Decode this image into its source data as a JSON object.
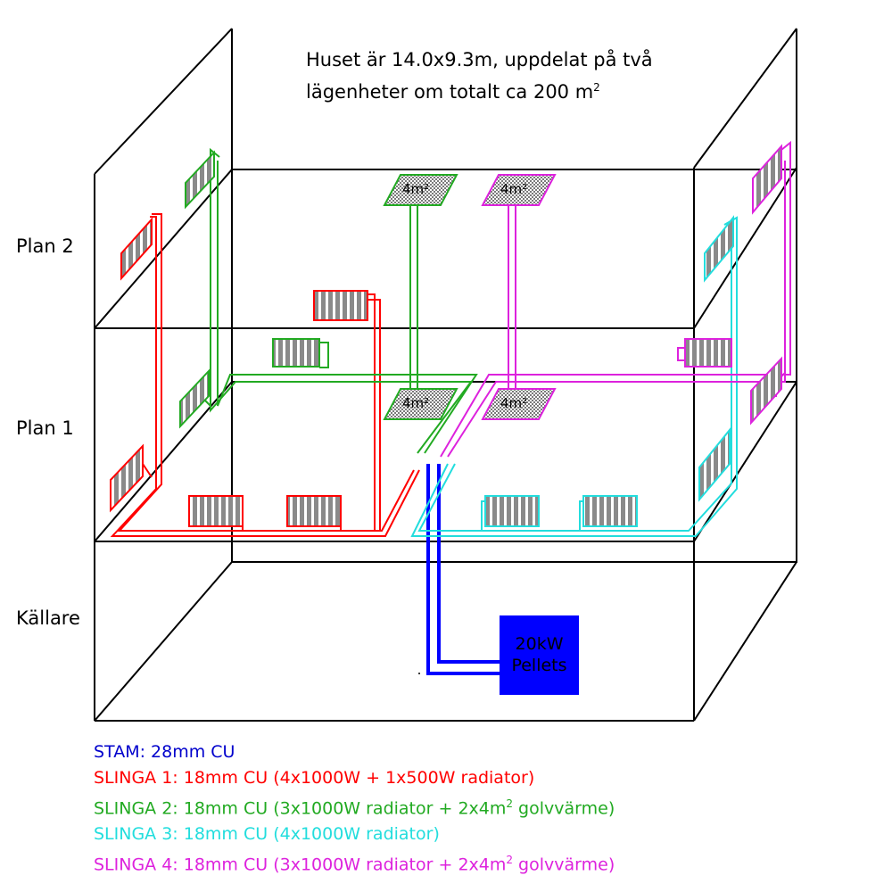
{
  "title": {
    "line1": "Huset är 14.0x9.3m, uppdelat på två",
    "line2_text": "lägenheter om totalt ca 200 m",
    "line2_sup": "2"
  },
  "floors": [
    "Plan 2",
    "Plan 1",
    "Källare"
  ],
  "boiler": {
    "line1": "20kW",
    "line2": "Pellets"
  },
  "floor_heating_label": "4m²",
  "legend": [
    {
      "text_before": "STAM: 28mm CU",
      "sup": "",
      "text_after": "",
      "color": "#0000cc"
    },
    {
      "text_before": "SLINGA 1: 18mm CU (4x1000W + 1x500W radiator)",
      "sup": "",
      "text_after": "",
      "color": "#ff0000"
    },
    {
      "text_before": "SLINGA 2: 18mm CU (3x1000W radiator + 2x4m",
      "sup": "2",
      "text_after": " golvvärme)",
      "color": "#22aa22"
    },
    {
      "text_before": "SLINGA 3: 18mm CU (4x1000W radiator)",
      "sup": "",
      "text_after": "",
      "color": "#22dddd"
    },
    {
      "text_before": "SLINGA 4: 18mm CU (3x1000W radiator + 2x4m",
      "sup": "2",
      "text_after": " golvvärme)",
      "color": "#dd22dd"
    }
  ],
  "colors": {
    "stam": "#0000ff",
    "slinga1": "#ff0000",
    "slinga2": "#22aa22",
    "slinga3": "#22dddd",
    "slinga4": "#dd22dd"
  }
}
